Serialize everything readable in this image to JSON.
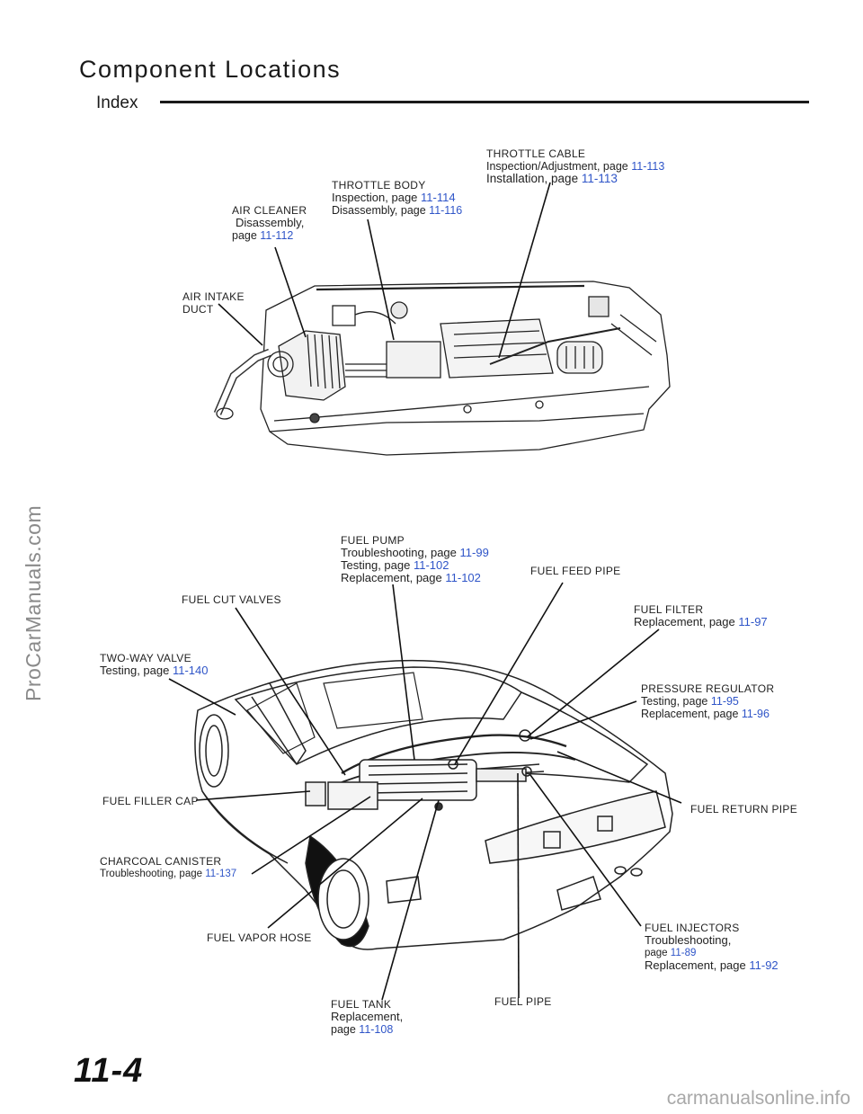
{
  "page": {
    "title": "Component Locations",
    "subtitle": "Index",
    "page_number": "11-4"
  },
  "engine_labels": {
    "throttle_cable": {
      "name": "THROTTLE CABLE",
      "line1_text": "Inspection/Adjustment,   page",
      "line1_ref": "11-113",
      "line2_text": "Installation,  page",
      "line2_ref": "11-113"
    },
    "throttle_body": {
      "name": "THROTTLE BODY",
      "line1_text": "Inspection,  page",
      "line1_ref": "11-114",
      "line2_text": "Disassembly,  page",
      "line2_ref": "11-116"
    },
    "air_cleaner": {
      "name": "AIR CLEANER",
      "line1_text": "Disassembly,",
      "line2_text": "page",
      "line2_ref": "11-112"
    },
    "air_intake_duct": {
      "line1": "AIR INTAKE",
      "line2": "DUCT"
    }
  },
  "car_labels": {
    "fuel_pump": {
      "name": "FUEL  PUMP",
      "line1_text": "Troubleshooting,  page",
      "line1_ref": "11-99",
      "line2_text": "Testing,  page",
      "line2_ref": "11-102",
      "line3_text": "Replacement,  page",
      "line3_ref": "11-102"
    },
    "fuel_feed_pipe": {
      "name": "FUEL  FEED  PIPE"
    },
    "fuel_cut_valves": {
      "name": "FUEL  CUT  VALVES"
    },
    "fuel_filter": {
      "name": "FUEL  FILTER",
      "line1_text": "Replacement,  page",
      "line1_ref": "11-97"
    },
    "two_way_valve": {
      "name": "TWO-WAY  VALVE",
      "line1_text": "Testing,  page",
      "line1_ref": "11-140"
    },
    "pressure_regulator": {
      "name": "PRESSURE REGULATOR",
      "line1_text": "Testing,  page",
      "line1_ref": "11-95",
      "line2_text": "Replacement,  page",
      "line2_ref": "11-96"
    },
    "fuel_filler_cap": {
      "name": "FUEL  FILLER  CAP"
    },
    "fuel_return_pipe": {
      "name": "FUEL RETURN  PIPE"
    },
    "charcoal_canister": {
      "name": "CHARCOAL  CANISTER",
      "line1_text": "Troubleshooting,   page",
      "line1_ref": "11-137"
    },
    "fuel_vapor_hose": {
      "name": "FUEL  VAPOR  HOSE"
    },
    "fuel_injectors": {
      "name": "FUEL  INJECTORS",
      "line1_text": "Troubleshooting,",
      "line2_text": "page",
      "line2_ref": "11-89",
      "line3_text": "Replacement,  page",
      "line3_ref": "11-92"
    },
    "fuel_tank": {
      "name": "FUEL  TANK",
      "line1_text": "Replacement,",
      "line2_text": "page",
      "line2_ref": "11-108"
    },
    "fuel_pipe": {
      "name": "FUEL PIPE"
    }
  },
  "watermarks": {
    "side": "ProCarManuals.com",
    "bottom": "carmanualsonline.info"
  },
  "colors": {
    "page_ref": "#2f55c8",
    "text": "#222222",
    "watermark": "#8a8a8a"
  }
}
